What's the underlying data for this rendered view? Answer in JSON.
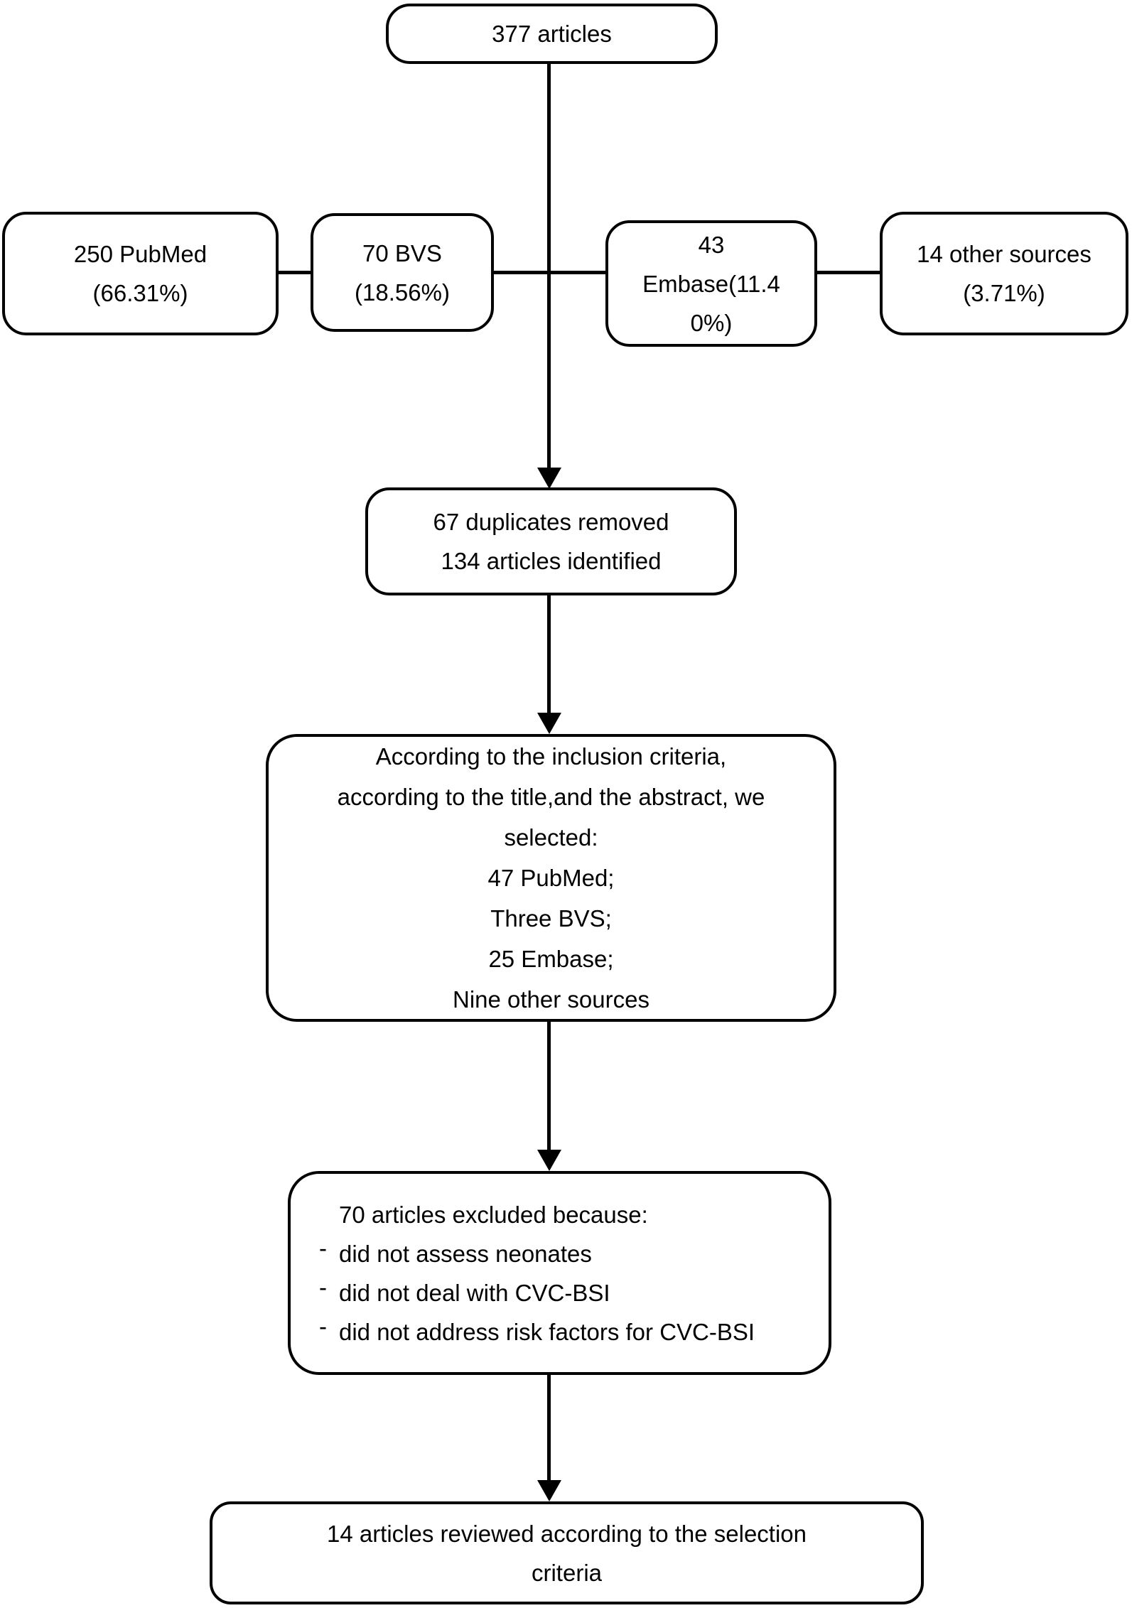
{
  "colors": {
    "stroke": "#000000",
    "background": "#ffffff",
    "text": "#000000"
  },
  "flowchart": {
    "total_box": {
      "lines": [
        "377 articles"
      ]
    },
    "source_boxes": [
      {
        "lines": [
          "250 PubMed",
          "(66.31%)"
        ]
      },
      {
        "lines": [
          "70 BVS",
          "(18.56%)"
        ]
      },
      {
        "lines": [
          "43",
          "Embase(11.4",
          "0%)"
        ]
      },
      {
        "lines": [
          "14 other sources",
          "(3.71%)"
        ]
      }
    ],
    "dedup_box": {
      "lines": [
        "67 duplicates removed",
        "134 articles identified"
      ]
    },
    "criteria_box": {
      "lines": [
        "According to the inclusion criteria,",
        "according to the title,and the abstract, we",
        "selected:",
        "47 PubMed;",
        "Three BVS;",
        "25 Embase;",
        "Nine other sources"
      ]
    },
    "excluded_box": {
      "heading": "70 articles excluded because:",
      "bullet_marker": "-",
      "bullets": [
        "did not assess neonates",
        "did not deal with CVC-BSI",
        "did not address risk factors for CVC-BSI"
      ]
    },
    "final_box": {
      "lines": [
        "14 articles reviewed according to the selection",
        "criteria"
      ]
    }
  }
}
